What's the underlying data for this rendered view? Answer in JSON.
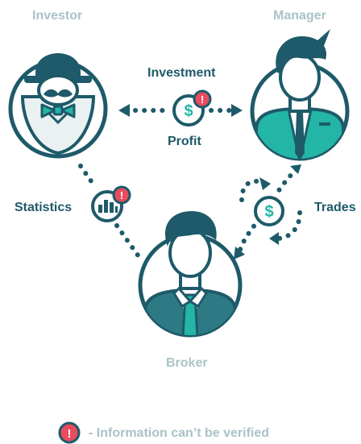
{
  "roles": {
    "investor": "Investor",
    "manager": "Manager",
    "broker": "Broker"
  },
  "flows": {
    "investment": "Investment",
    "profit": "Profit",
    "statistics": "Statistics",
    "trades": "Trades"
  },
  "legend": {
    "note": "- Information can’t be verified"
  },
  "colors": {
    "dark": "#1e5a69",
    "teal": "#23b5a6",
    "warning": "#e94b5f",
    "light_label": "#a9c3c6"
  },
  "icons": {
    "dollar": "$",
    "alert": "!"
  }
}
